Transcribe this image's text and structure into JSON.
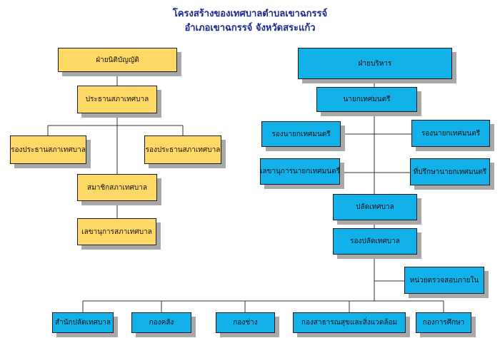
{
  "title": {
    "line1": "โครงสร้างของเทศบาลตำบลเขาฉกรรจ์",
    "line2": "อำเภอเขาฉกรรจ์  จังหวัดสระแก้ว"
  },
  "legislative": {
    "head": "ฝ่ายนิติบัญญัติ",
    "council_chair": "ประธานสภาเทศบาล",
    "vice_chair_left": "รองประธานสภาเทศบาล",
    "vice_chair_right": "รองประธานสภาเทศบาล",
    "council_member": "สมาชิกสภาเทศบาล",
    "council_secretary": "เลขานุการสภาเทศบาล"
  },
  "executive": {
    "head": "ฝ่ายบริหาร",
    "mayor": "นายกเทศมนตรี",
    "deputy_mayor_left": "รองนายกเทศมนตรี",
    "deputy_mayor_right": "รองนายกเทศมนตรี",
    "mayor_secretary": "เลขานุการนายกเทศมนตรี",
    "mayor_advisor": "ที่ปรึกษานายกเทศมนตรี",
    "municipal_clerk": "ปลัดเทศบาล",
    "deputy_clerk": "รองปลัดเทศบาล",
    "internal_audit": "หน่วยตรวจสอบภายใน"
  },
  "departments": [
    "สำนักปลัดเทศบาล",
    "กองคลัง",
    "กองช่าง",
    "กองสาธารณสุขและสิ่งแวดล้อม",
    "กองการศึกษา"
  ]
}
